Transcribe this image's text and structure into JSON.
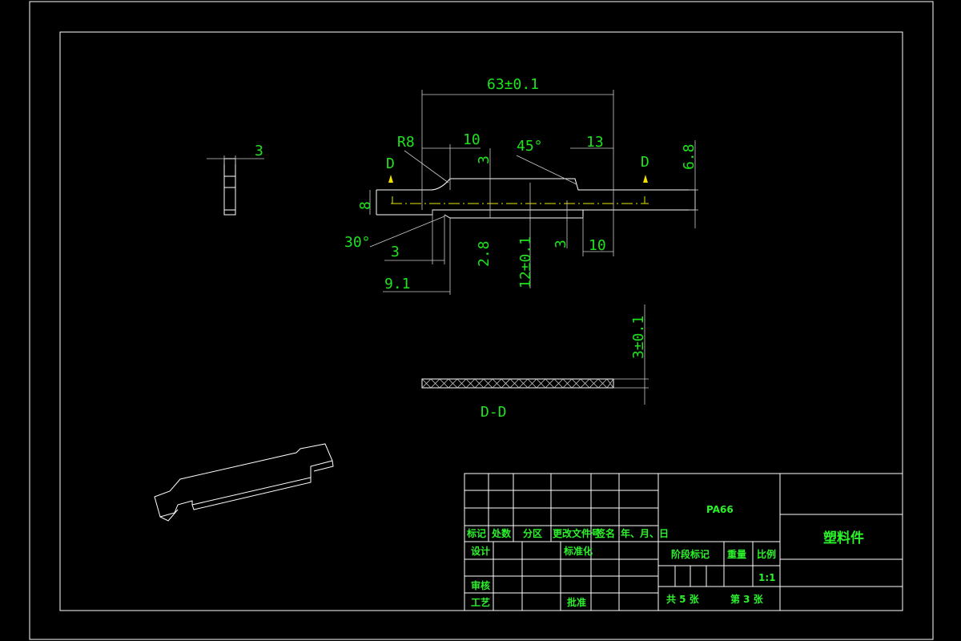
{
  "dimensions": {
    "overall_length": "63±0.1",
    "r8": "R8",
    "d10_top": "10",
    "d3_top": "3",
    "angle45": "45°",
    "d13": "13",
    "d6_8": "6.8",
    "d8": "8",
    "angle30": "30°",
    "d3_bottom": "3",
    "d2_8": "2.8",
    "d12": "12±0.1",
    "d3_right": "3",
    "d10_bottom": "10",
    "d9_1": "9.1",
    "side_view_3": "3",
    "section_thickness": "3±0.1"
  },
  "section_markers": {
    "left": "D",
    "right": "D"
  },
  "section_label": "D-D",
  "title_block": {
    "headers": [
      "标记",
      "处数",
      "分区",
      "更改文件号",
      "签名",
      "年、月、日"
    ],
    "design": "设计",
    "standardization": "标准化",
    "review": "审核",
    "process": "工艺",
    "approve": "批准",
    "material": "PA66",
    "stage_mark": "阶段标记",
    "weight": "重量",
    "scale_label": "比例",
    "scale": "1:1",
    "total_sheets": "共 5 张",
    "sheet_no": "第 3 张",
    "part_name": "塑料件"
  }
}
